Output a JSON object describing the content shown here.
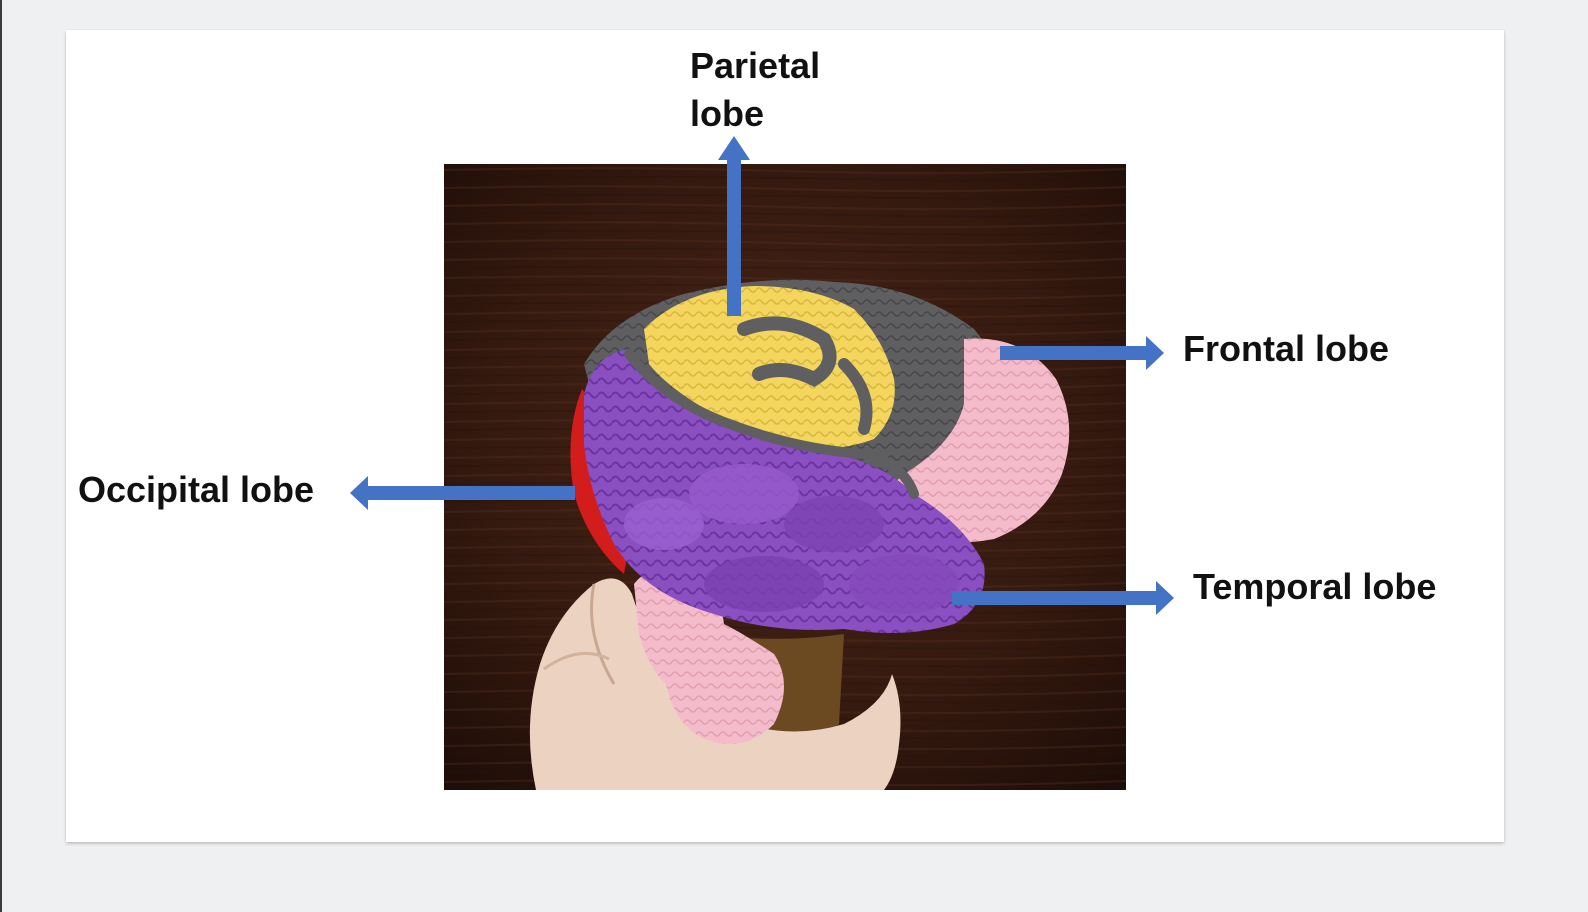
{
  "labels": {
    "parietal_line1": "Parietal",
    "parietal_line2": "lobe",
    "frontal": "Frontal lobe",
    "occipital": "Occipital lobe",
    "temporal": "Temporal lobe"
  },
  "colors": {
    "arrow": "#4472c4",
    "background": "#dadbd9",
    "slide": "#ffffff",
    "text": "#111111",
    "yarn_yellow": "#f2d45a",
    "yarn_gray": "#5e5e60",
    "yarn_purple": "#8a4fc0",
    "yarn_pink": "#f3b9c9",
    "yarn_red": "#d91a1a",
    "table_wood": "#3b1d12"
  },
  "image": {
    "subject": "crocheted-brain-held-in-hand"
  }
}
